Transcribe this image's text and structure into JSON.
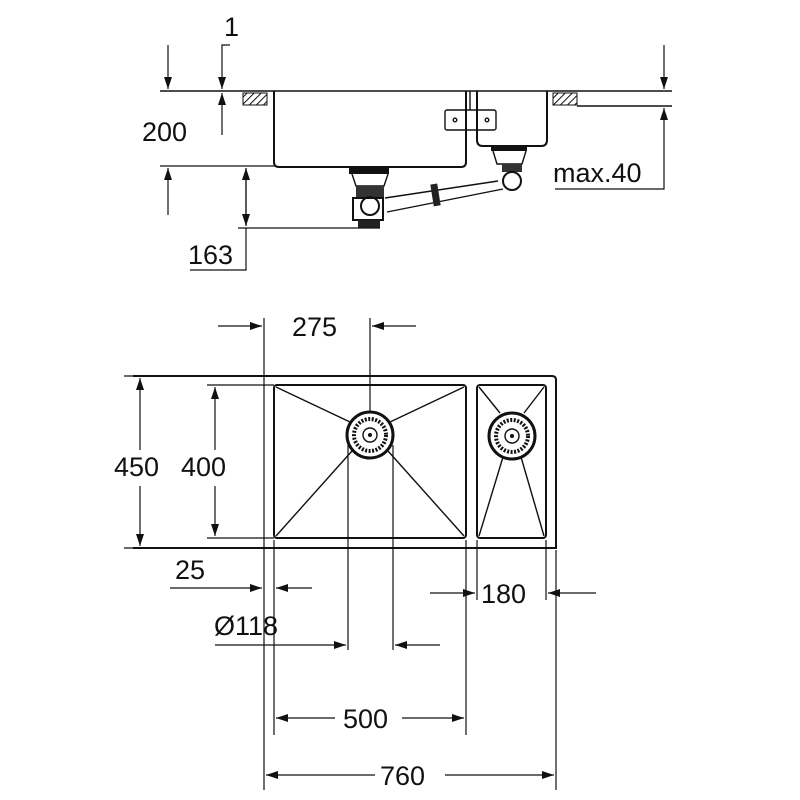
{
  "title": "Undermount double sink dimension drawing",
  "side_view": {
    "dim_thickness": "1",
    "dim_depth": "200",
    "dim_drain_height": "163",
    "dim_max": "max.40"
  },
  "top_view": {
    "dim_drain_offset": "275",
    "dim_outer_depth": "450",
    "dim_bowl_depth": "400",
    "dim_margin": "25",
    "dim_small_bowl_width": "180",
    "dim_drain_diameter": "Ø118",
    "dim_main_bowl_width": "500",
    "dim_overall_width": "760"
  },
  "colors": {
    "line": "#111111",
    "background": "#ffffff"
  }
}
